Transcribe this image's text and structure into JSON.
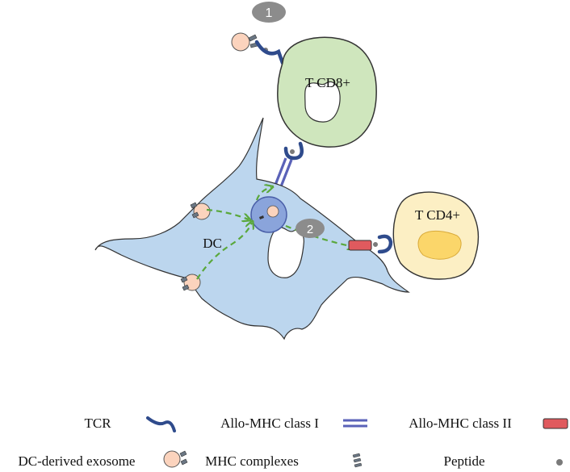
{
  "badges": {
    "one": "1",
    "two": "2"
  },
  "cells": {
    "cd8": "T CD8+",
    "cd4": "T CD4+",
    "dc": "DC"
  },
  "legend": {
    "tcr": "TCR",
    "mhc1": "Allo-MHC class I",
    "mhc2": "Allo-MHC class II",
    "exosome": "DC-derived exosome",
    "complexes": "MHC complexes",
    "peptide": "Peptide"
  },
  "colors": {
    "dc_fill": "#bcd6ee",
    "cd8_fill": "#cfe6bd",
    "cd4_fill": "#fcefc4",
    "cd4_nucleus": "#fbd66a",
    "tcr": "#2f4b8c",
    "mhc1": "#5a62b8",
    "mhc2": "#e05a5e",
    "exosome": "#fbd3bd",
    "arrow": "#5aa83c",
    "badge": "#8c8c8c",
    "peptide": "#7a7a7a"
  }
}
